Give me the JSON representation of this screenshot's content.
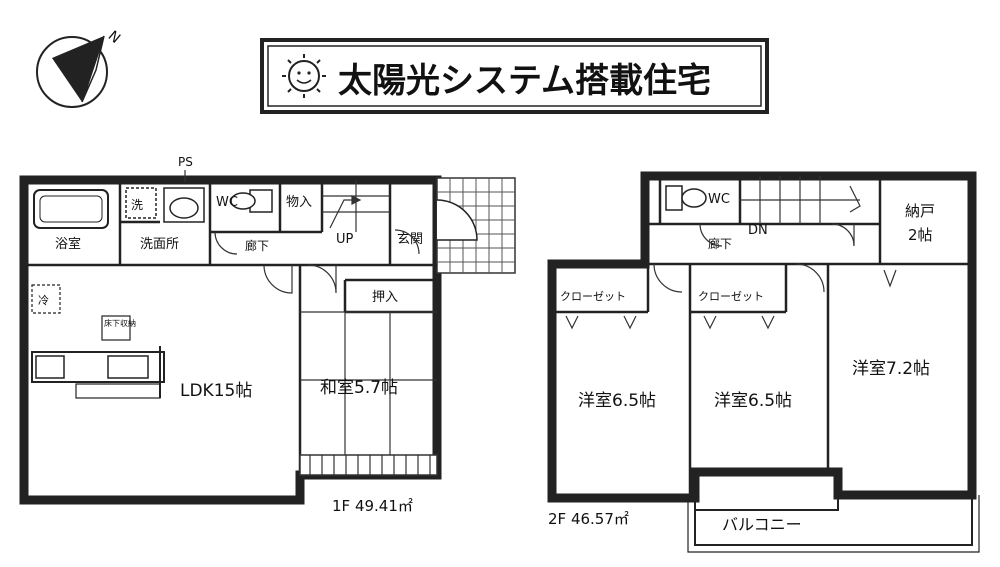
{
  "banner": {
    "title": "太陽光システム搭載住宅"
  },
  "compass": {
    "north_label": "N"
  },
  "floor1": {
    "area_label": "1F 49.41㎡",
    "rooms": {
      "bath": "浴室",
      "washroom": "洗面所",
      "wc": "WC",
      "storage": "物入",
      "corridor": "廊下",
      "stairs_up": "UP",
      "entrance": "玄関",
      "ps": "PS",
      "closet": "押入",
      "ldk": "LDK15帖",
      "washitsu": "和室5.7帖",
      "floor_storage": "床下収納",
      "washer": "洗",
      "fridge": "冷"
    }
  },
  "floor2": {
    "area_label": "2F 46.57㎡",
    "rooms": {
      "wc": "WC",
      "corridor": "廊下",
      "stairs_down": "DN",
      "nando": "納戸",
      "nando_size": "2帖",
      "closet_a": "クローゼット",
      "closet_b": "クローゼット",
      "room_a": "洋室6.5帖",
      "room_b": "洋室6.5帖",
      "room_c": "洋室7.2帖",
      "balcony": "バルコニー"
    }
  }
}
